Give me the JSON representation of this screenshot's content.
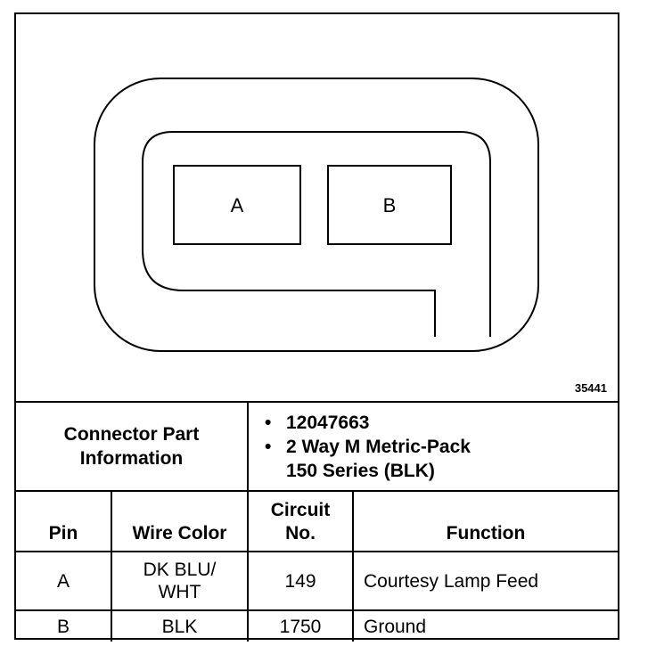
{
  "diagram": {
    "pins": [
      "A",
      "B"
    ],
    "figure_number": "35441"
  },
  "connector": {
    "label_line1": "Connector Part",
    "label_line2": "Information",
    "part_number": "12047663",
    "desc_line1": "2 Way M Metric-Pack",
    "desc_line2": "150 Series (BLK)",
    "bullet": "•"
  },
  "table": {
    "headers": {
      "pin": "Pin",
      "wire_color": "Wire Color",
      "circuit_line1": "Circuit",
      "circuit_line2": "No.",
      "function": "Function"
    },
    "rows": [
      {
        "pin": "A",
        "wire_line1": "DK BLU/",
        "wire_line2": "WHT",
        "circuit": "149",
        "function": "Courtesy Lamp Feed"
      },
      {
        "pin": "B",
        "wire_line1": "BLK",
        "wire_line2": "",
        "circuit": "1750",
        "function": "Ground"
      }
    ]
  }
}
